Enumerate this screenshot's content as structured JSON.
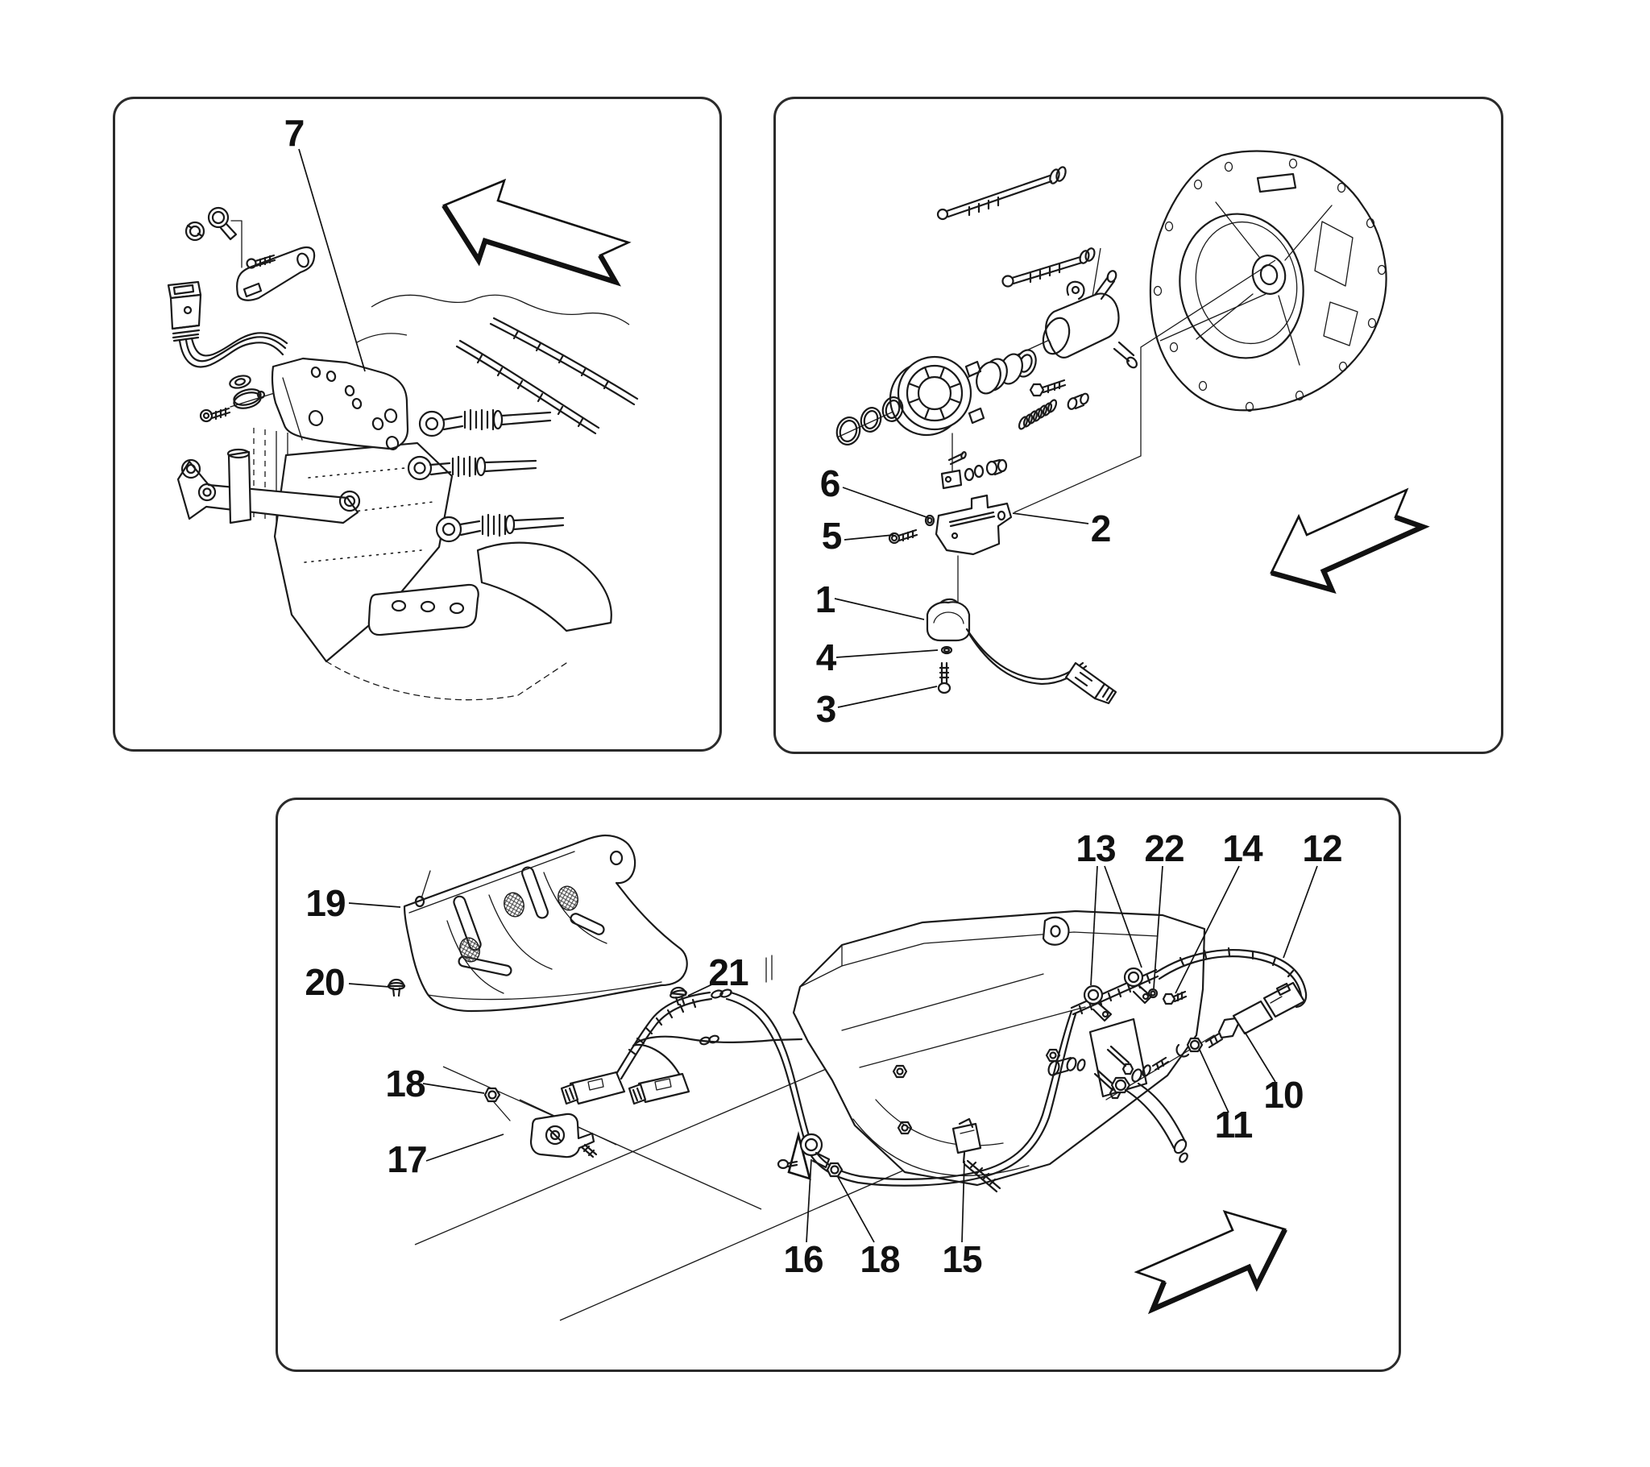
{
  "document": {
    "type": "exploded-parts-diagram",
    "background_color": "#ffffff",
    "line_color": "#1a1a1a",
    "label_color": "#111111",
    "panel_count": 3
  },
  "panels": [
    {
      "name": "engine-mount-sensor-view",
      "arrow_direction": "up-left",
      "callouts": [
        {
          "number": "7"
        }
      ]
    },
    {
      "name": "clutch-actuation-view",
      "arrow_direction": "down-left",
      "callouts": [
        {
          "number": "6"
        },
        {
          "number": "5"
        },
        {
          "number": "2"
        },
        {
          "number": "1"
        },
        {
          "number": "4"
        },
        {
          "number": "3"
        }
      ]
    },
    {
      "name": "gearbox-sensors-cables-view",
      "arrow_direction": "up-right",
      "callouts": [
        {
          "number": "19"
        },
        {
          "number": "20"
        },
        {
          "number": "21"
        },
        {
          "number": "18"
        },
        {
          "number": "17"
        },
        {
          "number": "16"
        },
        {
          "number": "18"
        },
        {
          "number": "15"
        },
        {
          "number": "13"
        },
        {
          "number": "22"
        },
        {
          "number": "14"
        },
        {
          "number": "12"
        },
        {
          "number": "10"
        },
        {
          "number": "11"
        }
      ]
    }
  ]
}
